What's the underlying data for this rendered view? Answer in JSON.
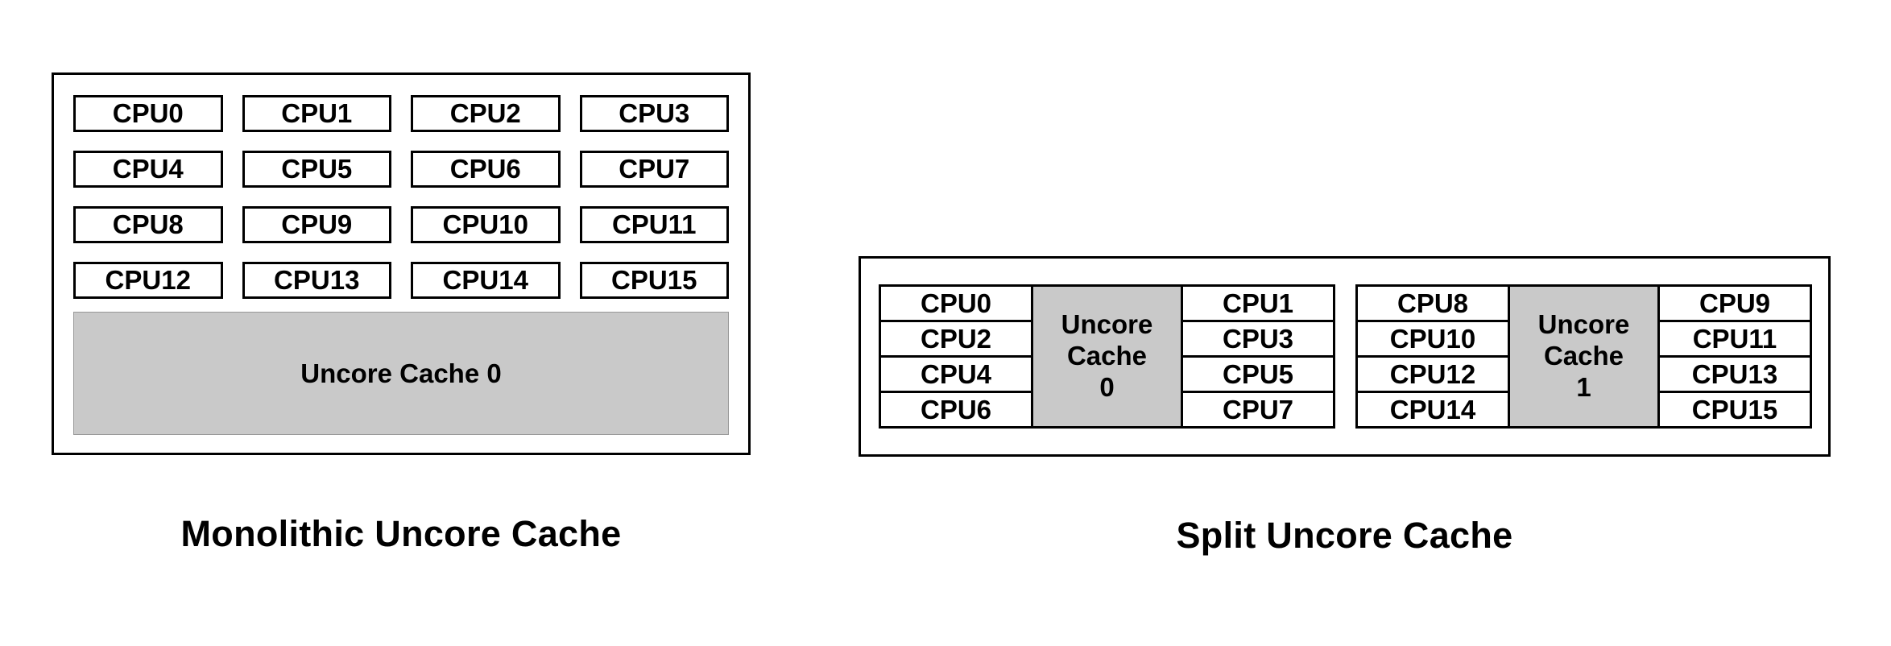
{
  "colors": {
    "cache_fill": "#c9c9c9",
    "border": "#000000",
    "background": "#ffffff"
  },
  "monolithic": {
    "caption": "Monolithic Uncore Cache",
    "cpus": [
      "CPU0",
      "CPU1",
      "CPU2",
      "CPU3",
      "CPU4",
      "CPU5",
      "CPU6",
      "CPU7",
      "CPU8",
      "CPU9",
      "CPU10",
      "CPU11",
      "CPU12",
      "CPU13",
      "CPU14",
      "CPU15"
    ],
    "cache_label": "Uncore Cache 0"
  },
  "split": {
    "caption": "Split Uncore Cache",
    "groups": [
      {
        "cache_label": "Uncore Cache 0",
        "left_cpus": [
          "CPU0",
          "CPU2",
          "CPU4",
          "CPU6"
        ],
        "right_cpus": [
          "CPU1",
          "CPU3",
          "CPU5",
          "CPU7"
        ]
      },
      {
        "cache_label": "Uncore Cache 1",
        "left_cpus": [
          "CPU8",
          "CPU10",
          "CPU12",
          "CPU14"
        ],
        "right_cpus": [
          "CPU9",
          "CPU11",
          "CPU13",
          "CPU15"
        ]
      }
    ]
  }
}
